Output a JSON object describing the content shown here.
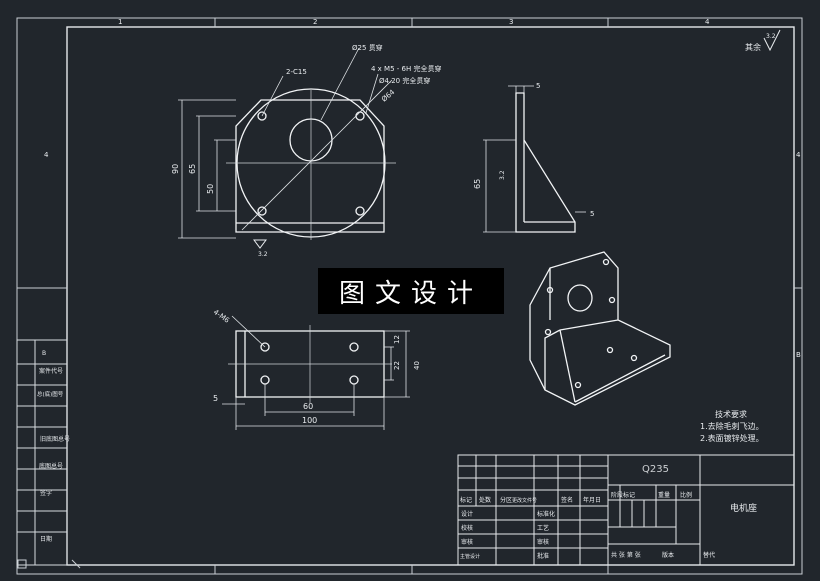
{
  "border_zones": {
    "top": [
      "1",
      "2",
      "3",
      "4"
    ],
    "side_left": "4",
    "side_right": "4",
    "side_b_left": "B",
    "side_b_right": "B"
  },
  "left_strip": [
    "B",
    "案件代号",
    "总(底)图号",
    "旧底图总号",
    "底图总号",
    "签字",
    "日期"
  ],
  "roughness": {
    "label": "其余",
    "value": "3.2"
  },
  "front_view": {
    "chamfer": "2-C15",
    "bore": "Ø25 贯穿",
    "holes_line1": "4 x M5 - 6H 完全贯穿",
    "holes_line2": "Ø4.20 完全贯穿",
    "pcd": "Ø64",
    "dim_90": "90",
    "dim_65": "65",
    "dim_50": "50",
    "rough": "3.2"
  },
  "side_view": {
    "dim_5_top": "5",
    "dim_65": "65",
    "dim_5_bottom": "5",
    "rough": "3.2"
  },
  "top_view": {
    "holes": "4-M6",
    "dim_12": "12",
    "dim_22": "22",
    "dim_40": "40",
    "dim_5": "5",
    "dim_60": "60",
    "dim_100": "100"
  },
  "banner": "图文设计",
  "tech_req": {
    "title": "技术要求",
    "line1": "1.去除毛刺飞边。",
    "line2": "2.表面镀锌处理。"
  },
  "title_block": {
    "material": "Q235",
    "part_name": "电机座",
    "stage_cols": [
      "阶段标记",
      "重量",
      "比例"
    ],
    "header": [
      "标记",
      "处数",
      "分区",
      "更改文件号",
      "签名",
      "年月日"
    ],
    "left_rows": [
      "设计",
      "校核",
      "审核",
      "主管设计"
    ],
    "mid_rows": [
      "标准化",
      "工艺",
      "审核",
      "批准"
    ],
    "sheet_row": [
      "共 张 第 张",
      "版本",
      "替代"
    ]
  }
}
